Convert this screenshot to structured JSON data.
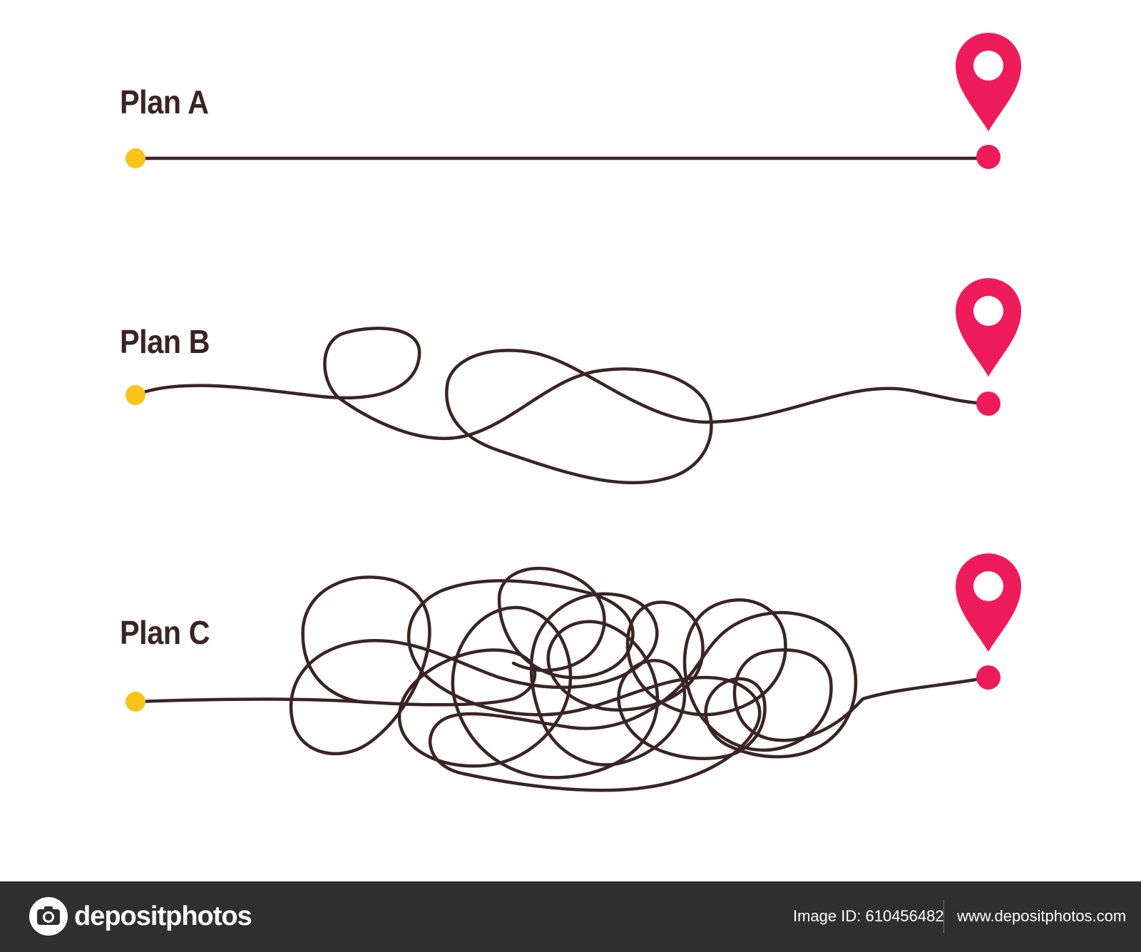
{
  "plans": [
    {
      "label": "Plan A",
      "path_style": "straight"
    },
    {
      "label": "Plan B",
      "path_style": "loops"
    },
    {
      "label": "Plan C",
      "path_style": "tangled"
    }
  ],
  "colors": {
    "path": "#3a2424",
    "start_dot": "#f9c31a",
    "end_marker": "#ee1b5b",
    "footer_bg": "#2f2f2f"
  },
  "icons": {
    "start": "start-dot-icon",
    "end": "location-pin-icon"
  },
  "footer": {
    "brand": "depositphotos",
    "image_id": "Image ID: 610456482",
    "url": "www.depositphotos.com"
  }
}
